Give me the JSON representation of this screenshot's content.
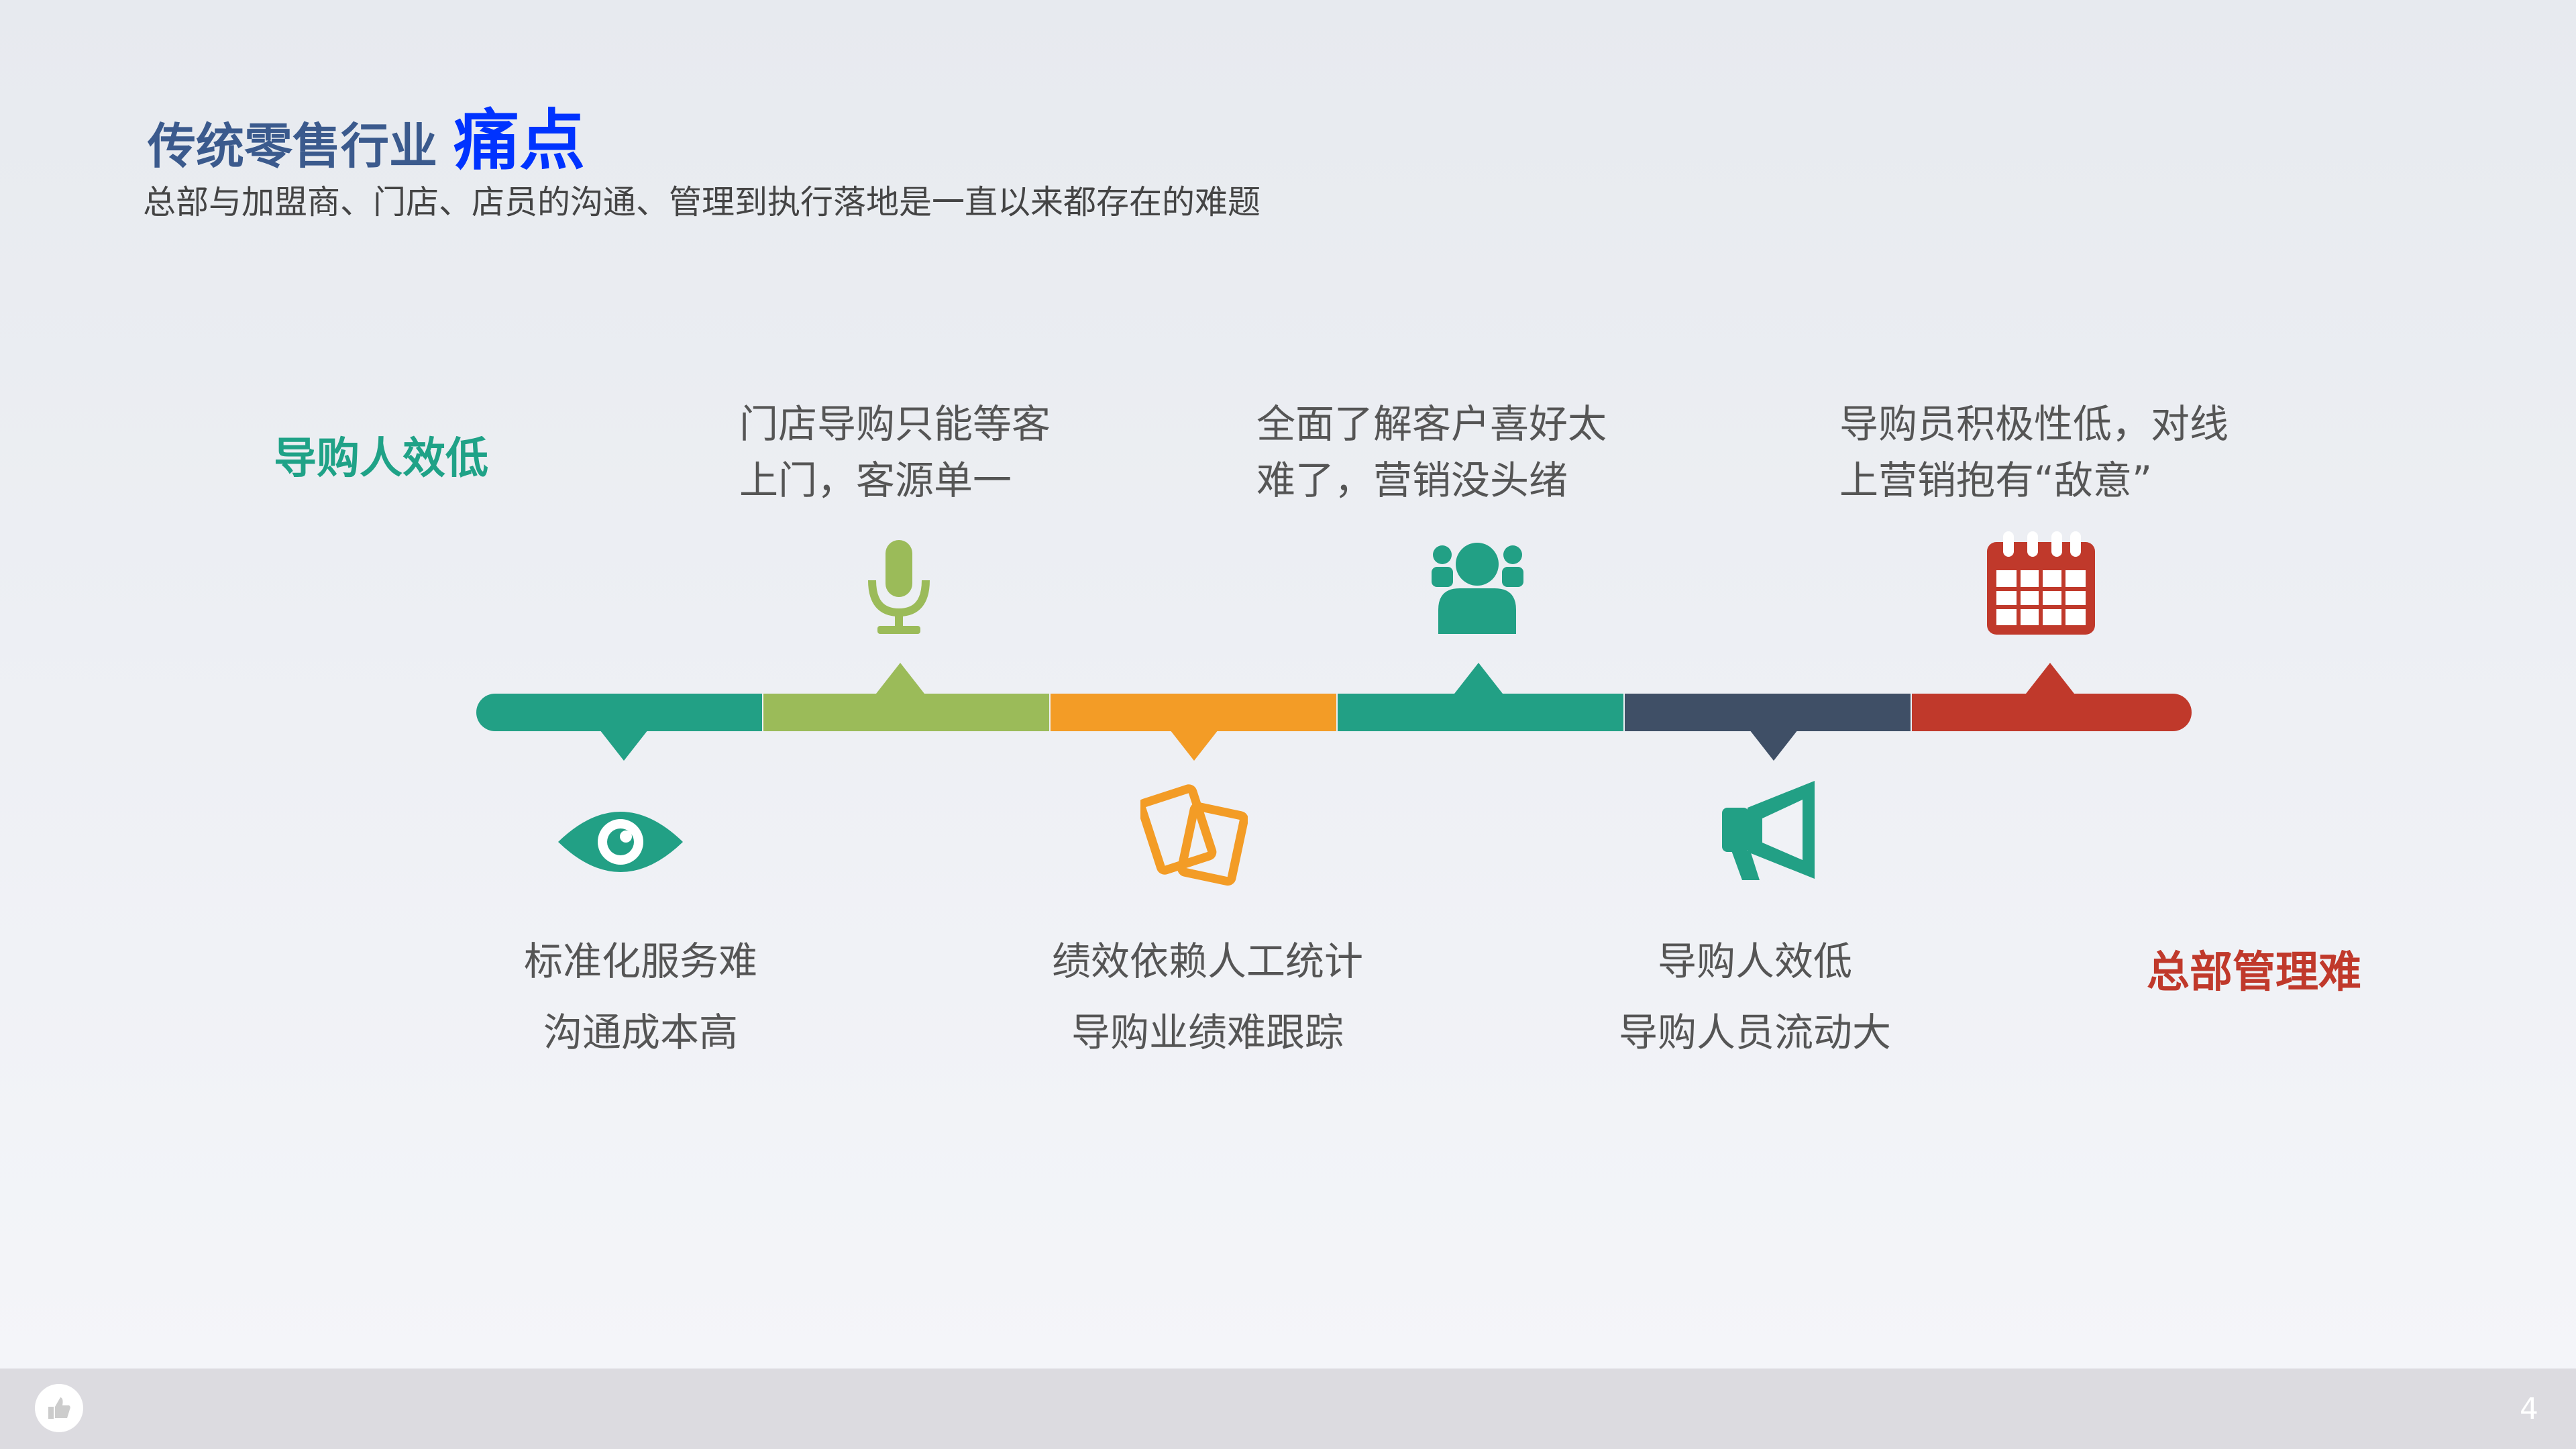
{
  "header": {
    "title_main": "传统零售行业",
    "title_highlight": "痛点",
    "subtitle": "总部与加盟商、门店、店员的沟通、管理到执行落地是一直以来都存在的难题"
  },
  "timeline": {
    "start_label": "导购人效低",
    "end_label": "总部管理难",
    "colors": [
      "#22a085",
      "#9bbb59",
      "#f39c26",
      "#22a085",
      "#3f4f66",
      "#c0392b"
    ],
    "top_items": [
      {
        "icon": "microphone-icon",
        "lines": [
          "门店导购只能等客",
          "上门，客源单一"
        ]
      },
      {
        "icon": "people-icon",
        "lines": [
          "全面了解客户喜好太",
          "难了，营销没头绪"
        ]
      },
      {
        "icon": "calendar-icon",
        "lines": [
          "导购员积极性低，对线",
          "上营销抱有“敌意”"
        ]
      }
    ],
    "bottom_items": [
      {
        "icon": "eye-icon",
        "lines": [
          "标准化服务难",
          "沟通成本高"
        ]
      },
      {
        "icon": "documents-icon",
        "lines": [
          "绩效依赖人工统计",
          "导购业绩难跟踪"
        ]
      },
      {
        "icon": "megaphone-icon",
        "lines": [
          "导购人效低",
          "导购人员流动大"
        ]
      }
    ]
  },
  "footer": {
    "page_number": "4",
    "icon": "thumbs-up-icon"
  }
}
